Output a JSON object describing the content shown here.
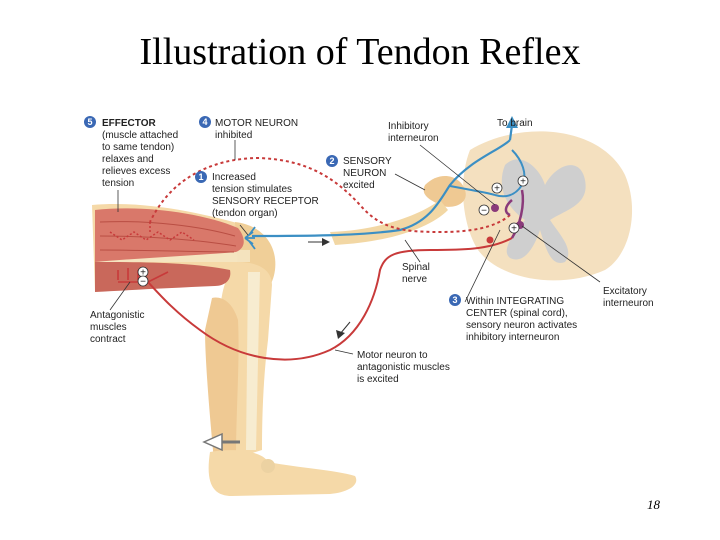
{
  "slide": {
    "title": "Illustration of Tendon Reflex",
    "page_number": "18"
  },
  "steps": [
    {
      "num": "1",
      "lines": [
        "Increased",
        "tension stimulates",
        "SENSORY RECEPTOR",
        "(tendon organ)"
      ]
    },
    {
      "num": "2",
      "lines": [
        "SENSORY",
        "NEURON",
        "excited"
      ]
    },
    {
      "num": "3",
      "lines": [
        "Within INTEGRATING",
        "CENTER (spinal cord),",
        "sensory neuron activates",
        "inhibitory interneuron"
      ]
    },
    {
      "num": "4",
      "lines": [
        "MOTOR NEURON",
        "inhibited"
      ]
    },
    {
      "num": "5",
      "lines": [
        "EFFECTOR",
        "(muscle attached",
        "to same tendon)",
        "relaxes and",
        "relieves excess",
        "tension"
      ]
    }
  ],
  "labels": {
    "inhibitory_interneuron": [
      "Inhibitory",
      "interneuron"
    ],
    "to_brain": "To brain",
    "spinal_nerve": [
      "Spinal",
      "nerve"
    ],
    "excitatory_interneuron": [
      "Excitatory",
      "interneuron"
    ],
    "antagonistic_muscles": [
      "Antagonistic",
      "muscles",
      "contract"
    ],
    "motor_neuron_antagonistic": [
      "Motor neuron to",
      "antagonistic muscles",
      "is excited"
    ]
  },
  "signs": {
    "plus": "+",
    "minus": "−"
  },
  "colors": {
    "skin": "#f5d9a8",
    "skin_shadow": "#e7bf86",
    "muscle": "#d9786a",
    "muscle_dark": "#b94e43",
    "spinal_gray": "#cfcfcf",
    "sensory_neuron": "#3b8fc4",
    "motor_neuron": "#c83a3a",
    "interneuron": "#8a3a7a",
    "step_badge": "#3a68b4"
  },
  "icons": {
    "signal_arrow": "arrow-right-icon",
    "movement_arrow": "arrow-left-icon"
  }
}
